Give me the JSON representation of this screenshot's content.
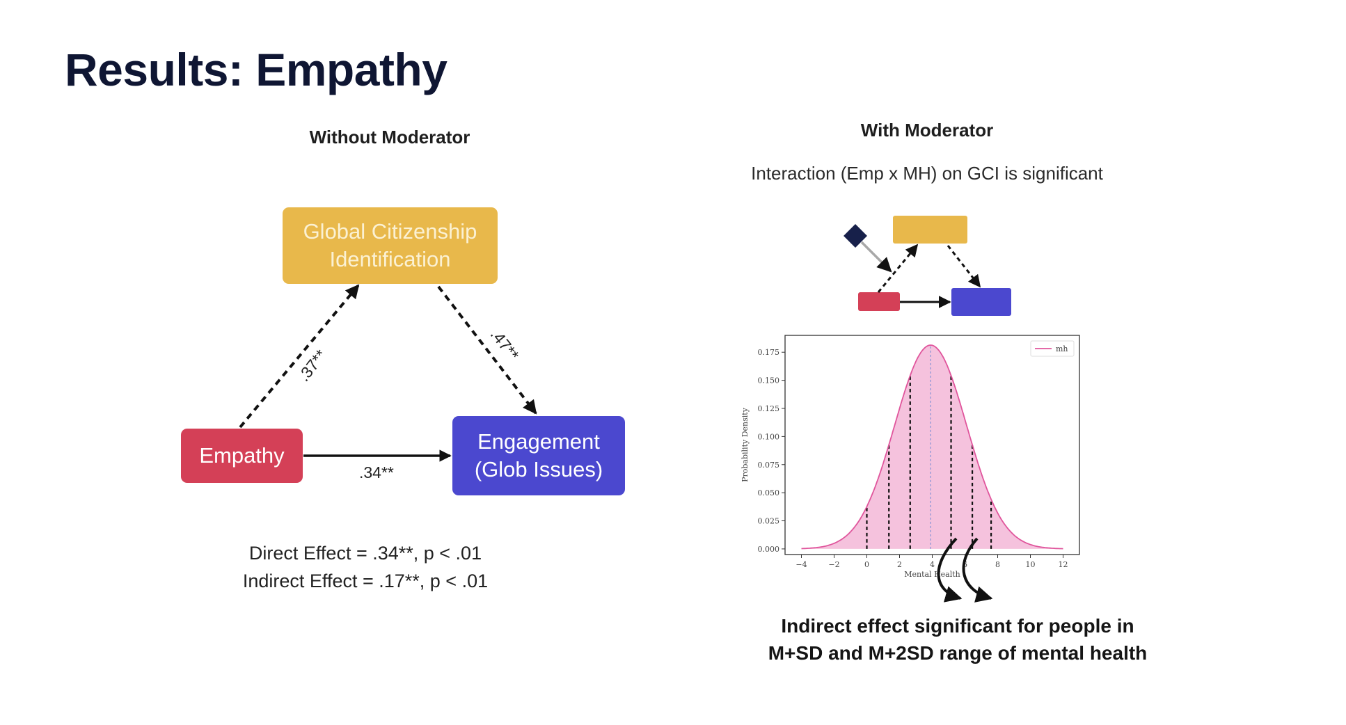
{
  "slide": {
    "title": "Results: Empathy"
  },
  "left_panel": {
    "heading": "Without Moderator",
    "nodes": {
      "gci": [
        "Global Citizenship",
        "Identification"
      ],
      "empathy": "Empathy",
      "engagement": [
        "Engagement",
        "(Glob Issues)"
      ]
    },
    "paths": {
      "a": ".37**",
      "b": ".47**",
      "c": ".34**"
    },
    "effects": {
      "direct": "Direct Effect = .34**, p < .01",
      "indirect": "Indirect Effect = .17**, p < .01"
    },
    "colors": {
      "gci": "#e8b84b",
      "empathy": "#d44057",
      "engagement": "#4b48cf"
    }
  },
  "right_panel": {
    "heading": "With Moderator",
    "subtitle": "Interaction (Emp x MH) on GCI is significant",
    "note": [
      "Indirect effect significant for people in",
      "M+SD and M+2SD range of mental health"
    ],
    "moderator_color": "#17204a"
  },
  "chart_data": {
    "type": "area",
    "title": "",
    "xlabel": "Mental Health",
    "ylabel": "Probability Density",
    "xlim": [
      -5,
      13
    ],
    "ylim": [
      -0.005,
      0.19
    ],
    "xticks": [
      -4,
      -2,
      0,
      2,
      4,
      6,
      8,
      10,
      12
    ],
    "yticks": [
      0.0,
      0.025,
      0.05,
      0.075,
      0.1,
      0.125,
      0.15,
      0.175
    ],
    "ytick_labels": [
      "0.000",
      "0.025",
      "0.050",
      "0.075",
      "0.100",
      "0.125",
      "0.150",
      "0.175"
    ],
    "series": [
      {
        "name": "mh",
        "type": "normal_density",
        "mean": 3.9,
        "sd": 2.2,
        "color": "#e0559c",
        "fill": "#f5c2dd"
      }
    ],
    "marker_lines_x": [
      0.0,
      1.35,
      2.65,
      5.15,
      6.45,
      7.6
    ],
    "mean_line_x": 3.9,
    "legend": "top-right",
    "grid": false
  }
}
